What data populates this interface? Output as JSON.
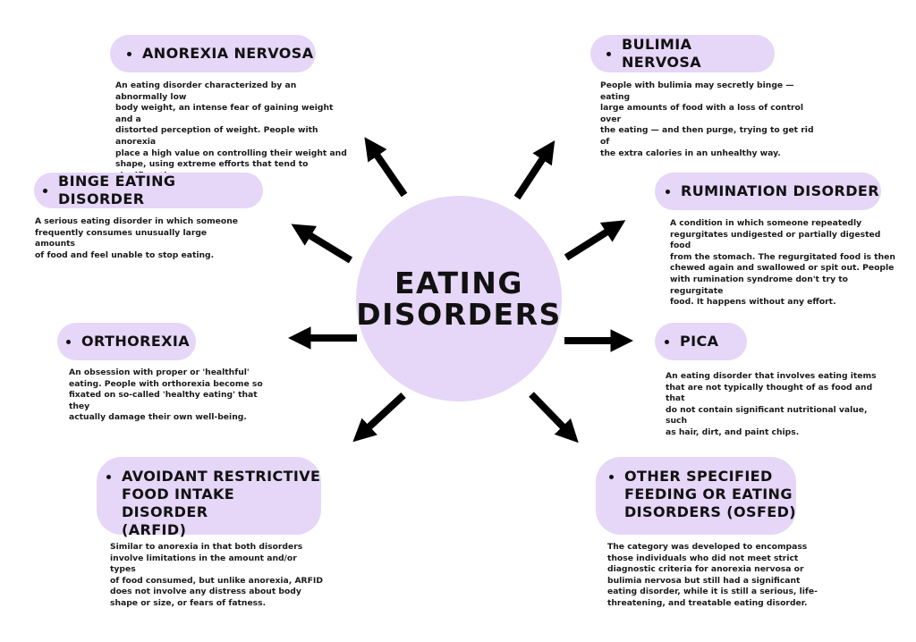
{
  "center": {
    "line1": "EATING",
    "line2": "DISORDERS"
  },
  "colors": {
    "bubble": "#e6d6f7",
    "text": "#111111",
    "arrow": "#000000"
  },
  "disorders": [
    {
      "title": "ANOREXIA NERVOSA",
      "description": "An eating disorder characterized by an abnormally low\nbody weight, an intense fear of gaining weight and a\ndistorted perception of weight. People with anorexia\nplace a high value on controlling their weight and\nshape, using extreme efforts that tend to significantly\ninterfere with their lives."
    },
    {
      "title": "BULIMIA NERVOSA",
      "description": "People with bulimia may secretly binge — eating\nlarge amounts of food with a loss of control over\nthe eating — and then purge, trying to get rid of\nthe extra calories in an unhealthy way."
    },
    {
      "title": "BINGE EATING DISORDER",
      "description": "A serious eating disorder in which someone\nfrequently consumes unusually large amounts\nof food and feel unable to stop eating."
    },
    {
      "title": "RUMINATION DISORDER",
      "description": " A condition in which someone repeatedly\nregurgitates undigested or partially digested food\nfrom the stomach. The regurgitated food is then\nchewed again and swallowed or spit out. People\nwith rumination syndrome don't try to regurgitate\nfood. It happens without any effort."
    },
    {
      "title": "ORTHOREXIA",
      "description": "An obsession with proper or 'healthful'\neating. People with orthorexia become so\nfixated on so-called 'healthy eating' that they\nactually damage their own well-being."
    },
    {
      "title": "PICA",
      "description": "An eating disorder that involves eating items\nthat are not typically thought of as food and that\ndo not contain significant nutritional value, such\nas hair, dirt, and paint chips."
    },
    {
      "title": "AVOIDANT RESTRICTIVE\nFOOD INTAKE DISORDER\n(ARFID)",
      "description": "Similar to anorexia in that both disorders\ninvolve limitations in the amount and/or types\nof food consumed, but unlike anorexia, ARFID\ndoes not involve any distress about body\nshape or size, or fears of fatness."
    },
    {
      "title": "OTHER SPECIFIED\nFEEDING OR EATING\nDISORDERS (OSFED)",
      "description": "The category was developed to encompass\nthose individuals who did not meet strict\ndiagnostic criteria for anorexia nervosa or\nbulimia nervosa but still had a significant\neating disorder, while it is still a serious, life-\nthreatening, and treatable eating disorder."
    }
  ]
}
